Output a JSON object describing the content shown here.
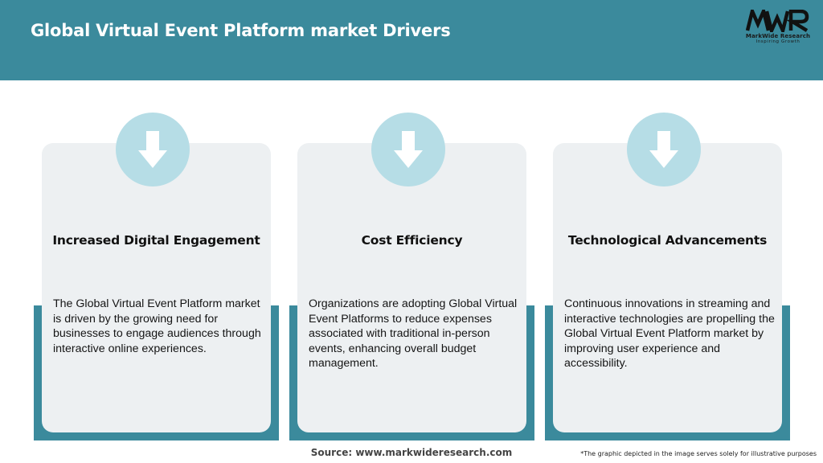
{
  "header": {
    "title": "Global Virtual Event Platform market Drivers",
    "logo": {
      "mark": "MWR",
      "name": "MarkWide Research",
      "tagline": "Inspiring Growth"
    }
  },
  "colors": {
    "accent": "#3b8a9c",
    "card_bg": "#edf0f2",
    "icon_circle": "#b6dde6"
  },
  "cards": [
    {
      "icon": "arrow-down-icon",
      "title": "Increased Digital Engagement",
      "text": "The Global Virtual Event Platform market is driven by the growing need for businesses to engage audiences through interactive online experiences."
    },
    {
      "icon": "arrow-down-icon",
      "title": "Cost Efficiency",
      "text": "Organizations are adopting Global Virtual Event Platforms to reduce expenses associated with traditional in-person events, enhancing overall budget management."
    },
    {
      "icon": "arrow-down-icon",
      "title": "Technological Advancements",
      "text": "Continuous innovations in streaming and interactive technologies are propelling the Global Virtual Event Platform market by improving user experience and accessibility."
    }
  ],
  "footer": {
    "source": "Source: www.markwideresearch.com",
    "disclaimer": "*The graphic depicted in the image serves solely for illustrative purposes"
  }
}
